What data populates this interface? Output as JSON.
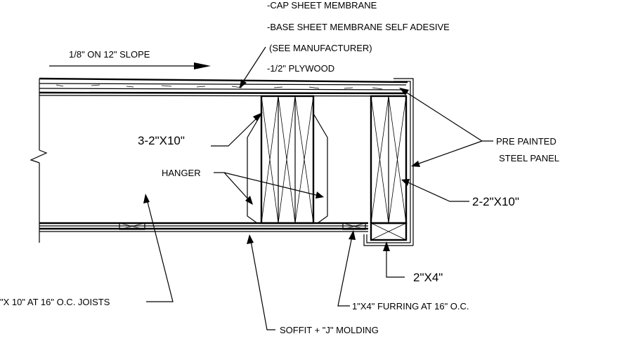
{
  "labels": {
    "cap_sheet": "-CAP SHEET MEMBRANE",
    "base_sheet": "-BASE SHEET MEMBRANE SELF ADESIVE",
    "see_manufacturer": "(SEE MANUFACTURER)",
    "plywood": "-1/2\" PLYWOOD",
    "slope": "1/8\" ON 12\" SLOPE",
    "triple_2x10": "3-2\"X10\"",
    "pre_painted_1": "PRE PAINTED",
    "pre_painted_2": "STEEL PANEL",
    "hanger": "HANGER",
    "double_2x10": "2-2\"X10\"",
    "two_by_four": "2\"X4\"",
    "joists": "\"X 10\" AT 16\" O.C. JOISTS",
    "furring": "1\"X4\" FURRING AT 16\" O.C.",
    "soffit": "SOFFIT + \"J\" MOLDING"
  }
}
